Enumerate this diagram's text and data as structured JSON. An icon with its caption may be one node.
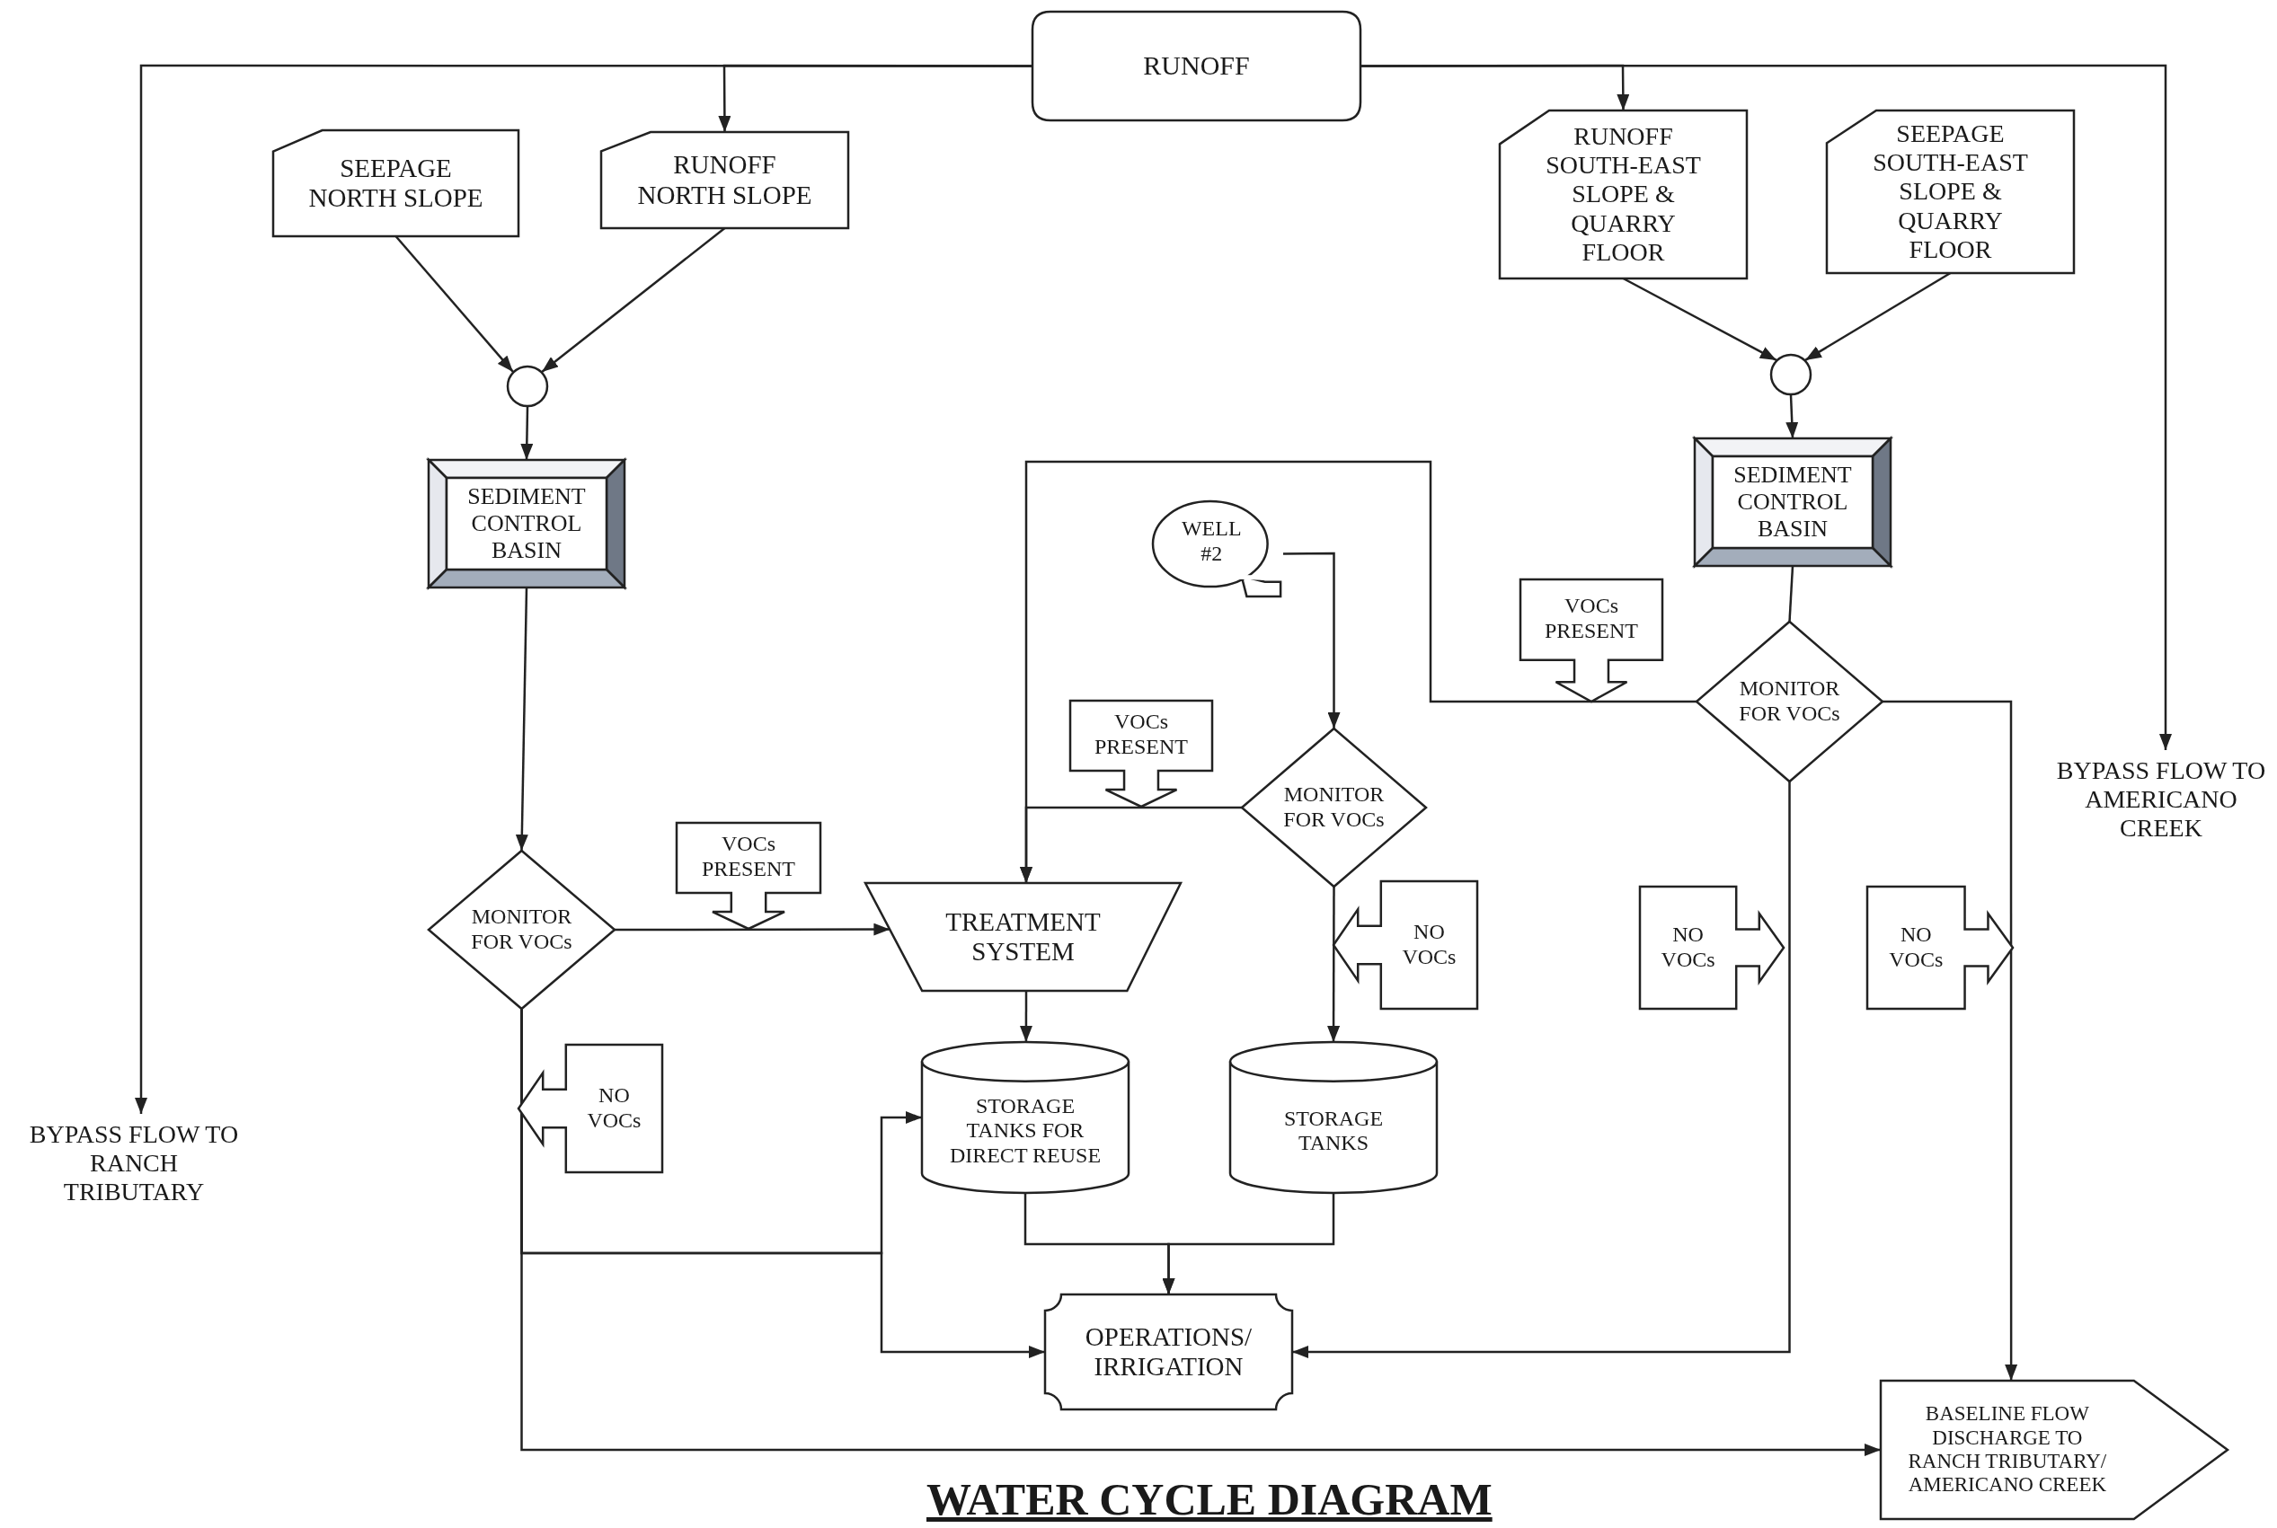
{
  "diagram": {
    "title": "WATER CYCLE DIAGRAM",
    "nodes": [
      {
        "text": [
          "RUNOFF"
        ]
      },
      {
        "text": [
          "SEEPAGE NORTH SLOPE"
        ]
      },
      {
        "text": [
          "RUNOFF NORTH SLOPE"
        ]
      },
      {
        "text": [
          "RUNOFF SOUTH-EAST SLOPE & QUARRY FLOOR"
        ]
      },
      {
        "text": [
          "SEEPAGE SOUTH-EAST SLOPE & QUARRY FLOOR"
        ]
      },
      {
        "text": [],
        "shape": "circle"
      },
      {
        "text": [],
        "shape": "circle"
      },
      {
        "text": [
          "SEDIMENT CONTROL BASIN"
        ]
      },
      {
        "text": [
          "SEDIMENT CONTROL BASIN"
        ]
      },
      {
        "text": [
          "WELL #2"
        ]
      },
      {
        "text": [
          "VOCs PRESENT"
        ]
      },
      {
        "text": [
          "MONITOR FOR VOCs"
        ]
      },
      {
        "text": [
          "VOCs PRESENT"
        ]
      },
      {
        "text": [
          "MONITOR FOR VOCs"
        ]
      },
      {
        "text": [
          "BYPASS FLOW TO AMERICANO CREEK"
        ]
      },
      {
        "text": [
          "MONITOR FOR VOCs"
        ]
      },
      {
        "text": [
          "VOCs PRESENT"
        ]
      },
      {
        "text": [
          "TREATMENT SYSTEM"
        ]
      },
      {
        "text": [
          "NO VOCs"
        ]
      },
      {
        "text": [
          "NO VOCs"
        ]
      },
      {
        "text": [
          "NO VOCs"
        ]
      },
      {
        "text": [
          "NO VOCs"
        ]
      },
      {
        "text": [
          "STORAGE TANKS FOR DIRECT REUSE"
        ]
      },
      {
        "text": [
          "STORAGE TANKS"
        ]
      },
      {
        "text": [
          "BYPASS FLOW TO RANCH TRIBUTARY"
        ]
      },
      {
        "text": [
          "OPERATIONS/ IRRIGATION"
        ]
      },
      {
        "text": [
          "BASELINE FLOW DISCHARGE TO RANCH TRIBUTARY/ AMERICANO CREEK"
        ]
      }
    ],
    "edges": [
      {
        "from": 0,
        "to": 24,
        "arrow": "to"
      },
      {
        "from": 0,
        "to": 2,
        "arrow": "to"
      },
      {
        "from": 0,
        "to": 3,
        "arrow": "to"
      },
      {
        "from": 0,
        "to": 14,
        "arrow": "to"
      },
      {
        "from": 1,
        "to": 5,
        "arrow": "to"
      },
      {
        "from": 2,
        "to": 5,
        "arrow": "to"
      },
      {
        "from": 3,
        "to": 6,
        "arrow": "to"
      },
      {
        "from": 4,
        "to": 6,
        "arrow": "to"
      },
      {
        "from": 5,
        "to": 7,
        "arrow": "to"
      },
      {
        "from": 6,
        "to": 8,
        "arrow": "to"
      },
      {
        "from": 7,
        "to": 15,
        "arrow": "to"
      },
      {
        "from": 8,
        "to": 11,
        "arrow": "none"
      },
      {
        "from": 15,
        "to": 17,
        "arrow": "to"
      },
      {
        "from": 11,
        "to": 17,
        "arrow": "to"
      },
      {
        "from": 13,
        "to": 17,
        "arrow": "to"
      },
      {
        "from": 9,
        "to": 13,
        "arrow": "to"
      },
      {
        "from": 13,
        "to": 23,
        "arrow": "to"
      },
      {
        "from": 17,
        "to": 22,
        "arrow": "to"
      },
      {
        "from": 22,
        "to": 25,
        "arrow": "to"
      },
      {
        "from": 23,
        "to": 25,
        "arrow": "to"
      },
      {
        "from": 15,
        "to": 22,
        "arrow": "to"
      },
      {
        "from": 15,
        "to": 25,
        "arrow": "to"
      },
      {
        "from": 15,
        "to": 26,
        "arrow": "to"
      },
      {
        "from": 11,
        "to": 25,
        "arrow": "to"
      },
      {
        "from": 11,
        "to": 26,
        "arrow": "to"
      }
    ]
  }
}
